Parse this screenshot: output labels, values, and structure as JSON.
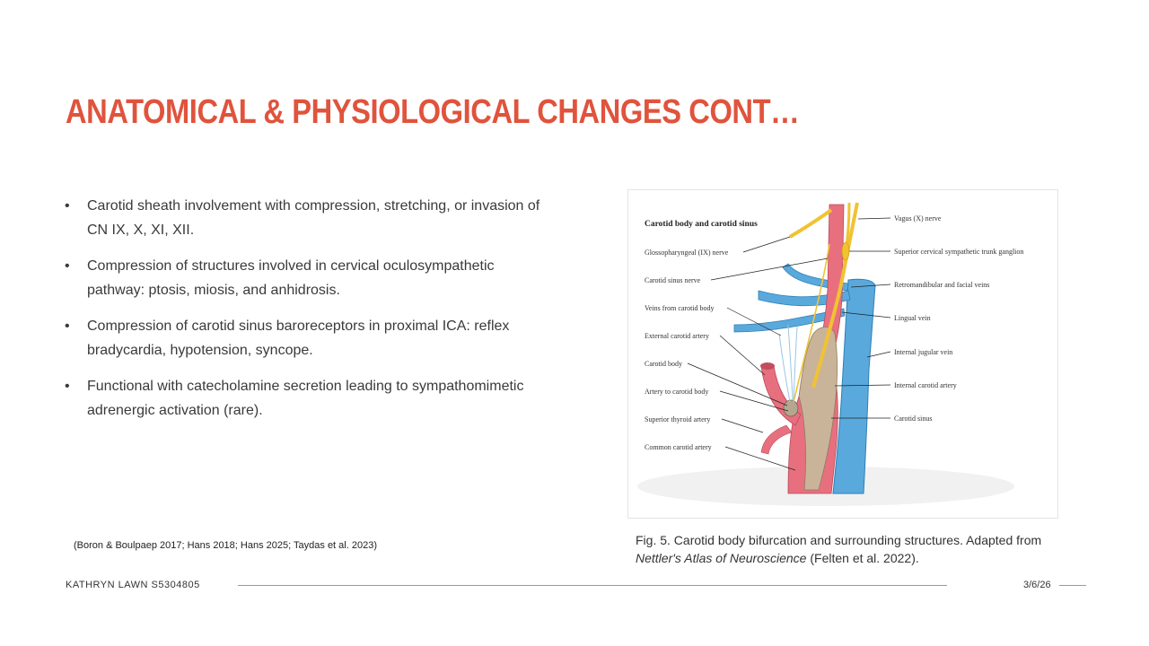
{
  "slide": {
    "title": "ANATOMICAL & PHYSIOLOGICAL CHANGES CONT…",
    "bullets": [
      "Carotid sheath involvement with compression, stretching, or invasion of CN IX, X, XI, XII.",
      "Compression of structures involved in cervical oculosympathetic pathway: ptosis, miosis, and anhidrosis.",
      "Compression of carotid sinus baroreceptors in proximal ICA: reflex bradycardia, hypotension, syncope.",
      "Functional with catecholamine secretion leading to sympathomimetic adrenergic activation (rare)."
    ],
    "references": "(Boron & Boulpaep 2017; Hans 2018; Hans 2025; Taydas et al. 2023)"
  },
  "figure": {
    "title": "Carotid body and carotid sinus",
    "left_labels": [
      "Glossopharyngeal (IX) nerve",
      "Carotid sinus nerve",
      "Veins from carotid body",
      "External carotid artery",
      "Carotid body",
      "Artery to carotid body",
      "Superior thyroid artery",
      "Common carotid artery"
    ],
    "right_labels": [
      "Vagus (X) nerve",
      "Superior cervical sympathetic trunk ganglion",
      "Retromandibular and facial veins",
      "Lingual vein",
      "Internal jugular vein",
      "Internal carotid artery",
      "Carotid sinus"
    ],
    "caption_prefix": "Fig. 5. Carotid body bifurcation and surrounding structures. Adapted from",
    "caption_italic": "Nettler's Atlas of Neuroscience",
    "caption_suffix": " (Felten et al. 2022).",
    "colors": {
      "artery": "#e8707e",
      "vein": "#5aa9dc",
      "nerve": "#f1c232",
      "sinus": "#c9b49a"
    }
  },
  "footer": {
    "author": "KATHRYN LAWN S5304805",
    "date": "3/6/26"
  }
}
